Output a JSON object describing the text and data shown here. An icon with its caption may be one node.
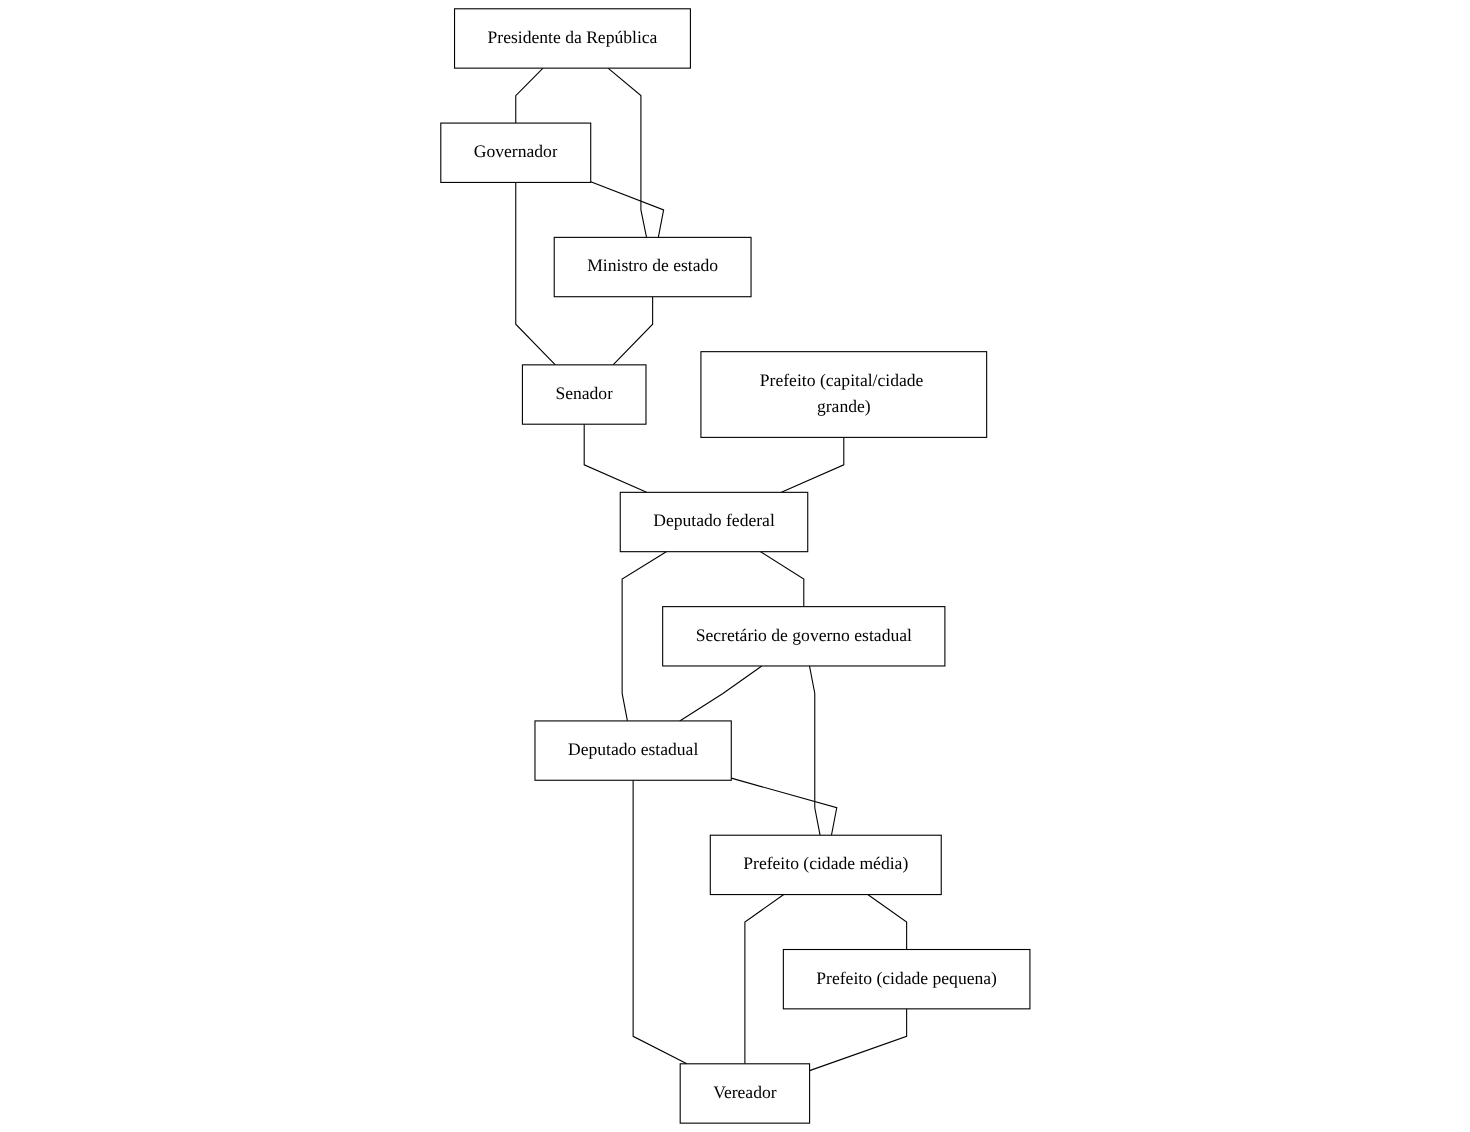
{
  "diagram": {
    "nodes": [
      {
        "text": [
          "Presidente da República"
        ]
      },
      {
        "text": [
          "Governador"
        ]
      },
      {
        "text": [
          "Ministro de estado"
        ]
      },
      {
        "text": [
          "Senador"
        ]
      },
      {
        "text": [
          "Prefeito (capital/cidade grande)"
        ]
      },
      {
        "text": [
          "Deputado federal"
        ]
      },
      {
        "text": [
          "Secretário de governo estadual"
        ]
      },
      {
        "text": [
          "Deputado estadual"
        ]
      },
      {
        "text": [
          "Prefeito (cidade média)"
        ]
      },
      {
        "text": [
          "Prefeito (cidade pequena)"
        ]
      },
      {
        "text": [
          "Vereador"
        ]
      }
    ],
    "edges": [
      {
        "from": 0,
        "to": 1,
        "arrow": "none"
      },
      {
        "from": 0,
        "to": 2,
        "arrow": "none"
      },
      {
        "from": 1,
        "to": 2,
        "arrow": "none"
      },
      {
        "from": 1,
        "to": 3,
        "arrow": "none"
      },
      {
        "from": 2,
        "to": 3,
        "arrow": "none"
      },
      {
        "from": 3,
        "to": 5,
        "arrow": "none"
      },
      {
        "from": 4,
        "to": 5,
        "arrow": "none"
      },
      {
        "from": 5,
        "to": 6,
        "arrow": "none"
      },
      {
        "from": 5,
        "to": 7,
        "arrow": "none"
      },
      {
        "from": 6,
        "to": 7,
        "arrow": "none"
      },
      {
        "from": 6,
        "to": 8,
        "arrow": "none"
      },
      {
        "from": 7,
        "to": 8,
        "arrow": "none"
      },
      {
        "from": 8,
        "to": 9,
        "arrow": "none"
      },
      {
        "from": 7,
        "to": 10,
        "arrow": "none"
      },
      {
        "from": 8,
        "to": 10,
        "arrow": "none"
      },
      {
        "from": 9,
        "to": 10,
        "arrow": "none"
      }
    ]
  }
}
